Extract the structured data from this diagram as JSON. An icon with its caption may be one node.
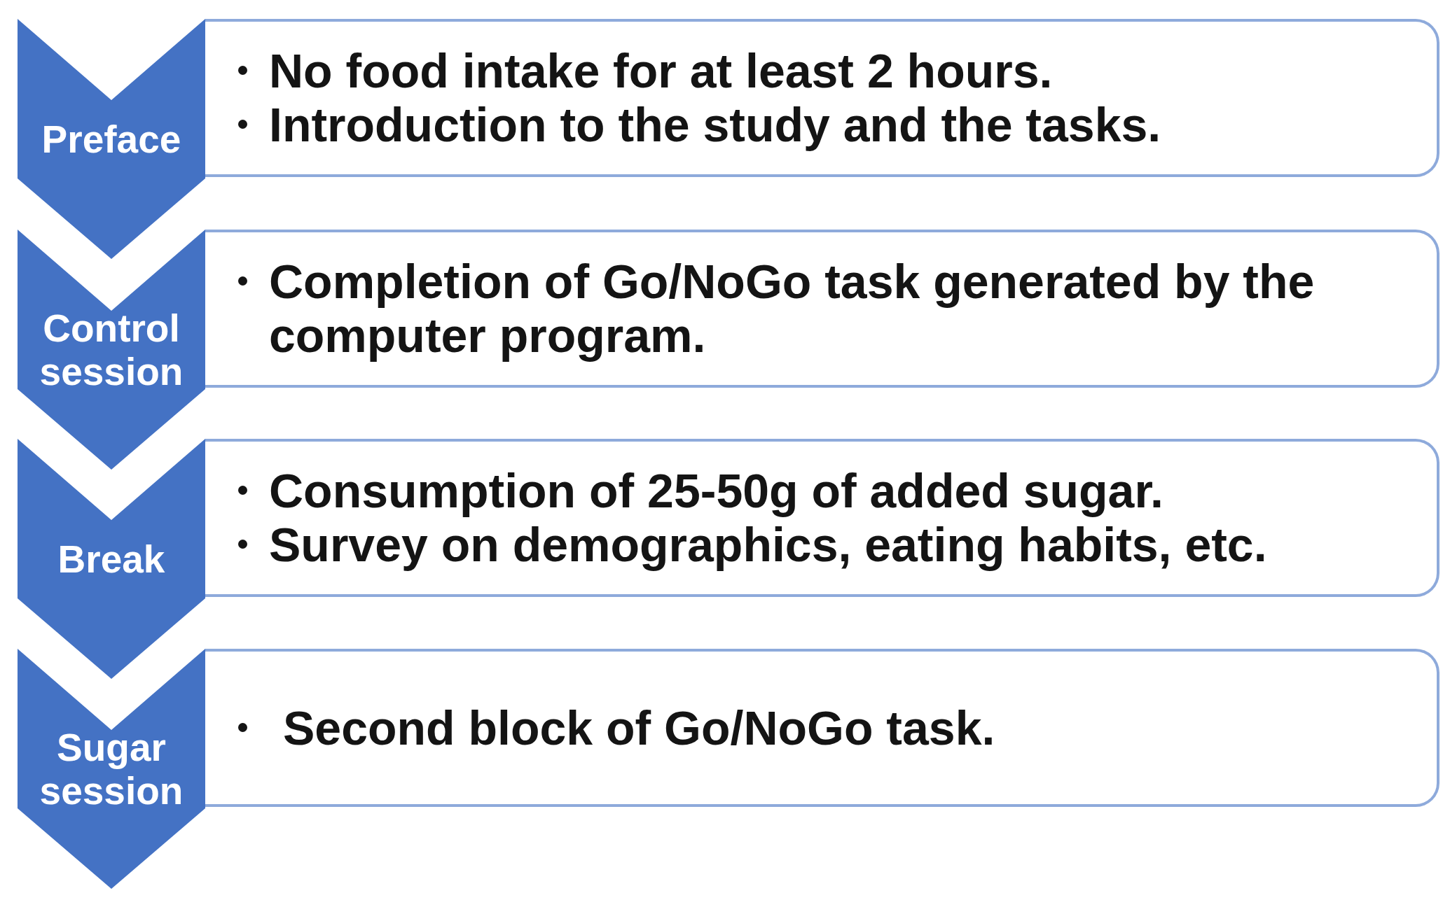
{
  "diagram": {
    "nodes": [
      {
        "text": [
          "Preface"
        ]
      },
      {
        "text": [
          "No food intake for at least 2 hours.",
          "Introduction to the study and the tasks."
        ]
      },
      {
        "text": [
          "Control session"
        ]
      },
      {
        "text": [
          "Completion of Go/NoGo task generated by the computer program."
        ]
      },
      {
        "text": [
          "Break"
        ]
      },
      {
        "text": [
          "Consumption of 25-50g of added sugar.",
          "Survey on demographics, eating habits, etc."
        ]
      },
      {
        "text": [
          "Sugar session"
        ]
      },
      {
        "text": [
          "Second block of Go/NoGo task."
        ]
      }
    ]
  }
}
